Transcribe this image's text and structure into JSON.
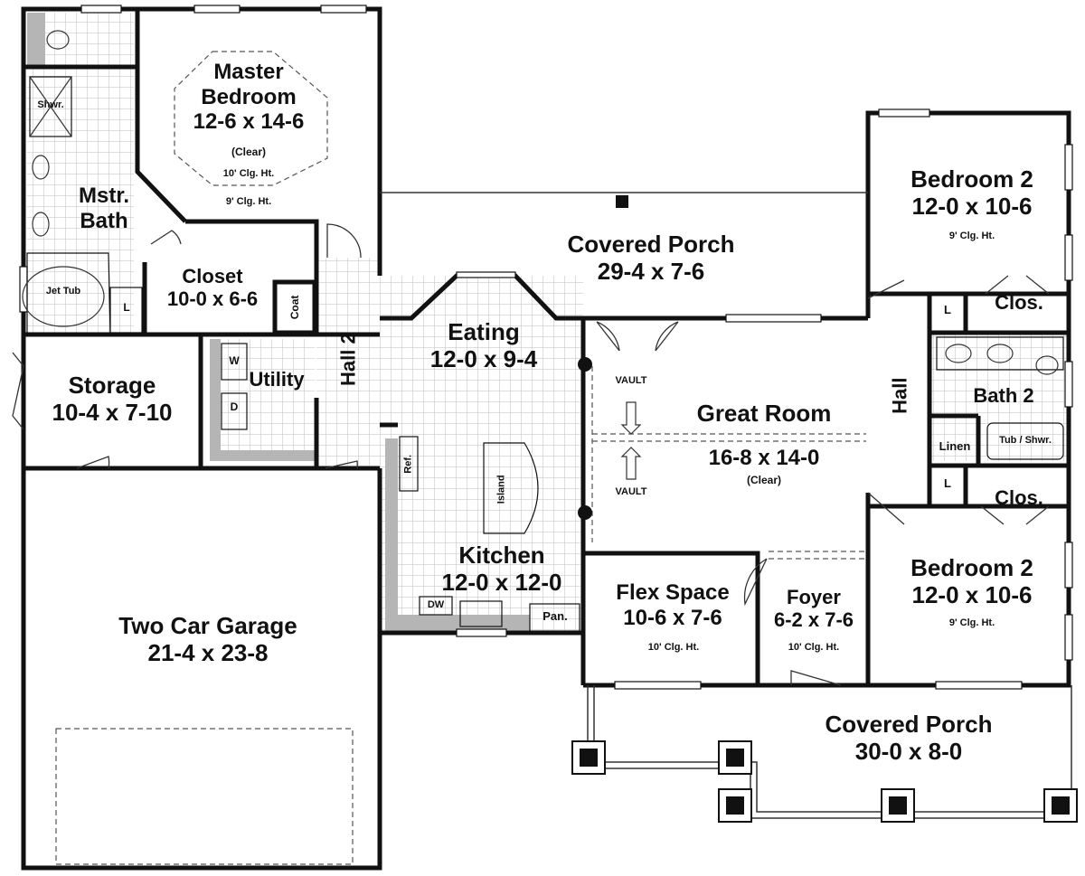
{
  "rooms": {
    "master_bedroom": {
      "line1": "Master",
      "line2": "Bedroom",
      "dims": "12-6 x 14-6",
      "note": "(Clear)",
      "ceiling_inner": "10' Clg. Ht.",
      "ceiling_outer": "9' Clg. Ht."
    },
    "master_bath": {
      "line1": "Mstr.",
      "line2": "Bath",
      "shower": "Shwr.",
      "tub": "Jet Tub",
      "linen": "L"
    },
    "closet": {
      "name": "Closet",
      "dims": "10-0 x 6-6",
      "coat": "Coat"
    },
    "hall2": {
      "name": "Hall 2"
    },
    "utility": {
      "name": "Utility",
      "washer": "W",
      "dryer": "D"
    },
    "storage": {
      "name": "Storage",
      "dims": "10-4 x 7-10"
    },
    "garage": {
      "name": "Two Car Garage",
      "dims": "21-4 x 23-8"
    },
    "eating": {
      "name": "Eating",
      "dims": "12-0 x 9-4"
    },
    "kitchen": {
      "name": "Kitchen",
      "dims": "12-0 x 12-0",
      "island": "Island",
      "ref": "Ref.",
      "dw": "DW",
      "pantry": "Pan."
    },
    "covered_porch_rear": {
      "name": "Covered Porch",
      "dims": "29-4 x 7-6"
    },
    "great_room": {
      "name": "Great Room",
      "dims": "16-8 x 14-0",
      "note": "(Clear)",
      "vault_top": "VAULT",
      "vault_bottom": "VAULT"
    },
    "flex_space": {
      "name": "Flex Space",
      "dims": "10-6 x 7-6",
      "ceiling": "10' Clg. Ht."
    },
    "foyer": {
      "name": "Foyer",
      "dims": "6-2 x 7-6",
      "ceiling": "10' Clg. Ht."
    },
    "covered_porch_front": {
      "name": "Covered Porch",
      "dims": "30-0 x 8-0"
    },
    "hall": {
      "name": "Hall"
    },
    "bedroom2_top": {
      "name": "Bedroom 2",
      "dims": "12-0 x 10-6",
      "ceiling": "9' Clg. Ht."
    },
    "bedroom2_bottom": {
      "name": "Bedroom 2",
      "dims": "12-0 x 10-6",
      "ceiling": "9' Clg. Ht."
    },
    "bath2": {
      "name": "Bath 2",
      "tub": "Tub / Shwr.",
      "linen": "Linen"
    },
    "closets_right": {
      "top": "Clos.",
      "bottom": "Clos.",
      "linen_top": "L",
      "linen_bottom": "L"
    }
  }
}
